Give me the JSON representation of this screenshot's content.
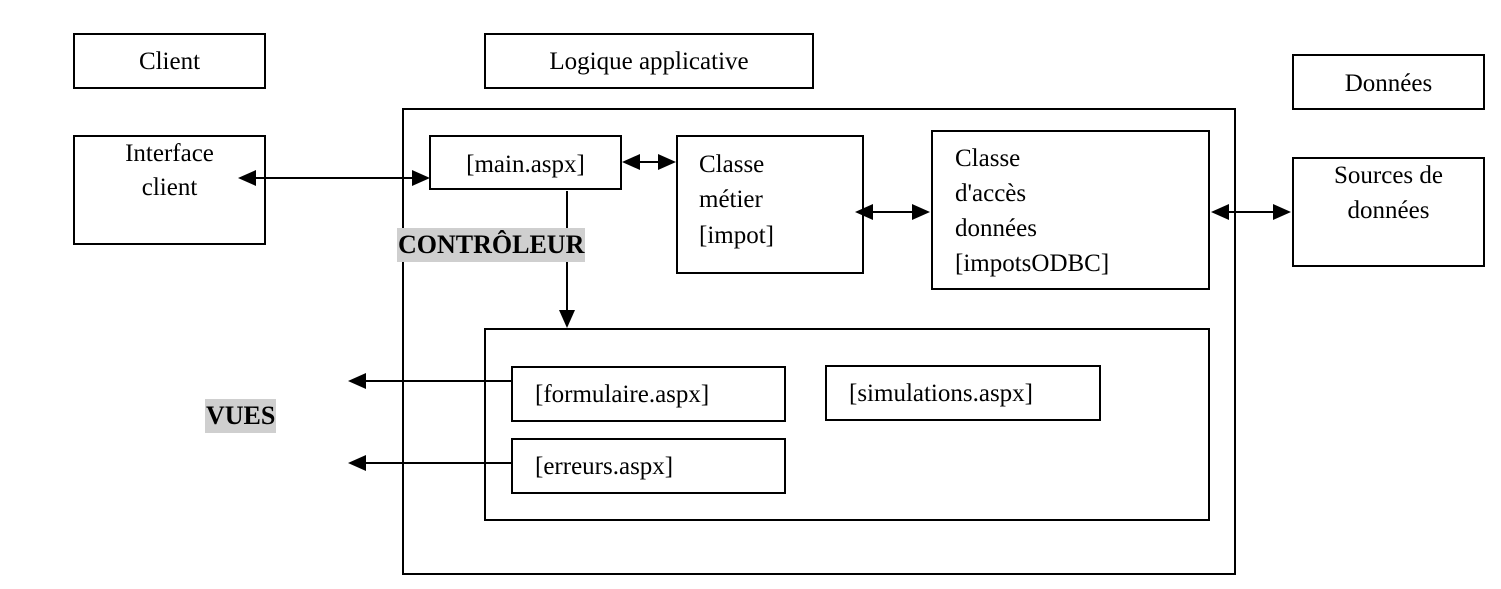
{
  "tiers": {
    "client": "Client",
    "app_logic": "Logique applicative",
    "data": "Données"
  },
  "client_interface": [
    "Interface",
    "client"
  ],
  "main_aspx": "[main.aspx]",
  "business_class": [
    "Classe",
    "métier",
    "[impot]"
  ],
  "data_access_class": [
    "Classe",
    "d'accès",
    "données",
    "[impotsODBC]"
  ],
  "data_sources": [
    "Sources de",
    "données"
  ],
  "controller_label": "CONTRÔLEUR",
  "views_label": "VUES",
  "views": {
    "formulaire": "[formulaire.aspx]",
    "simulations": "[simulations.aspx]",
    "erreurs": "[erreurs.aspx]"
  }
}
